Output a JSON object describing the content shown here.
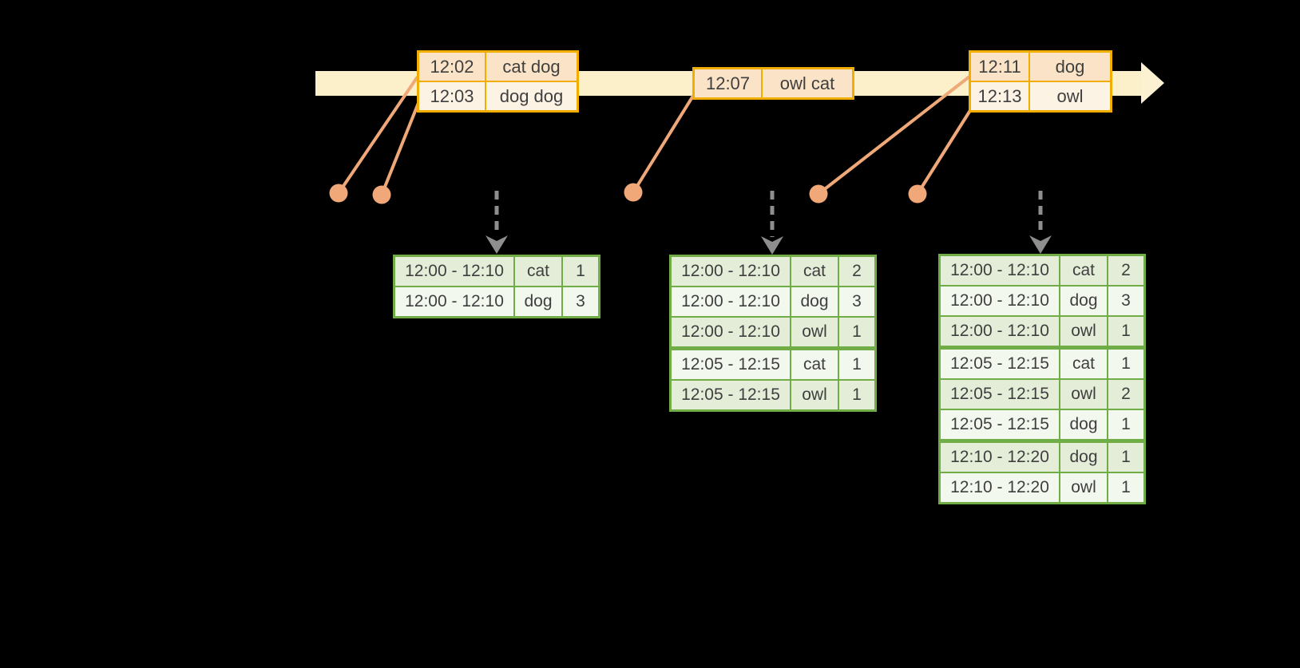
{
  "diagram": {
    "kind": "streaming-windowed-word-count-timeline"
  },
  "colors": {
    "background": "#000000",
    "timeline_fill": "#FCF0CA",
    "event_table_border": "#F1AE00",
    "event_row_dark": "#FAE3C6",
    "event_row_light": "#FDF3E5",
    "connector_salmon": "#F0A878",
    "result_table_border": "#70AD47",
    "result_row_dark": "#E4EDD8",
    "result_row_light": "#F3F8EF",
    "trigger_arrow_gray": "#8E8E8E",
    "text": "#3F3F3F"
  },
  "event_tables": [
    {
      "rows": [
        {
          "time": "12:02",
          "words": "cat dog"
        },
        {
          "time": "12:03",
          "words": "dog dog"
        }
      ]
    },
    {
      "rows": [
        {
          "time": "12:07",
          "words": "owl cat"
        }
      ]
    },
    {
      "rows": [
        {
          "time": "12:11",
          "words": "dog"
        },
        {
          "time": "12:13",
          "words": "owl"
        }
      ]
    }
  ],
  "result_tables": [
    {
      "rows": [
        {
          "window": "12:00 - 12:10",
          "word": "cat",
          "count": "1"
        },
        {
          "window": "12:00 - 12:10",
          "word": "dog",
          "count": "3"
        }
      ]
    },
    {
      "rows": [
        {
          "window": "12:00 - 12:10",
          "word": "cat",
          "count": "2"
        },
        {
          "window": "12:00 - 12:10",
          "word": "dog",
          "count": "3"
        },
        {
          "window": "12:00 - 12:10",
          "word": "owl",
          "count": "1"
        },
        {
          "window": "12:05 - 12:15",
          "word": "cat",
          "count": "1"
        },
        {
          "window": "12:05 - 12:15",
          "word": "owl",
          "count": "1"
        }
      ]
    },
    {
      "rows": [
        {
          "window": "12:00 - 12:10",
          "word": "cat",
          "count": "2"
        },
        {
          "window": "12:00 - 12:10",
          "word": "dog",
          "count": "3"
        },
        {
          "window": "12:00 - 12:10",
          "word": "owl",
          "count": "1"
        },
        {
          "window": "12:05 - 12:15",
          "word": "cat",
          "count": "1"
        },
        {
          "window": "12:05 - 12:15",
          "word": "owl",
          "count": "2"
        },
        {
          "window": "12:05 - 12:15",
          "word": "dog",
          "count": "1"
        },
        {
          "window": "12:10 - 12:20",
          "word": "dog",
          "count": "1"
        },
        {
          "window": "12:10 - 12:20",
          "word": "owl",
          "count": "1"
        }
      ]
    }
  ]
}
